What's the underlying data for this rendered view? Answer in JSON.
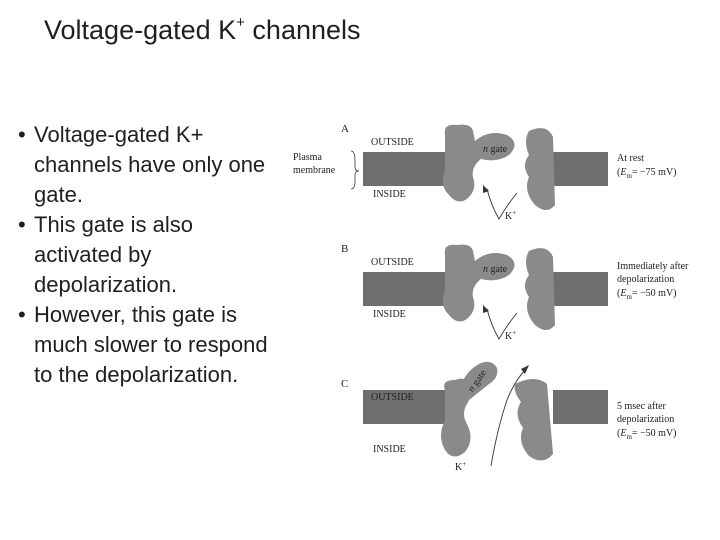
{
  "title": {
    "text": "Voltage-gated K",
    "superscript": "+",
    "suffix": " channels"
  },
  "bullets": [
    "Voltage-gated K+ channels have only one gate.",
    "This gate is also activated by depolarization.",
    "However, this gate is much slower to respond to the depolarization."
  ],
  "figure": {
    "membrane_label_line1": "Plasma",
    "membrane_label_line2": "membrane",
    "outside_label": "OUTSIDE",
    "inside_label": "INSIDE",
    "gate_label_italic": "n",
    "gate_label_rest": " gate",
    "ion_label": "K",
    "ion_superscript": "+",
    "em_symbol": "E",
    "em_subscript": "m",
    "panels": [
      {
        "letter": "A",
        "state_lines": [
          "At rest"
        ],
        "voltage": "= −75 mV)"
      },
      {
        "letter": "B",
        "state_lines": [
          "Immediately after",
          "depolarization"
        ],
        "voltage": "= −50 mV)"
      },
      {
        "letter": "C",
        "state_lines": [
          "5 msec after",
          "depolarization"
        ],
        "voltage": "= −50 mV)"
      }
    ]
  },
  "colors": {
    "membrane": "#6f6f6f",
    "channel": "#8a8a8a",
    "text": "#1f1f1f"
  }
}
